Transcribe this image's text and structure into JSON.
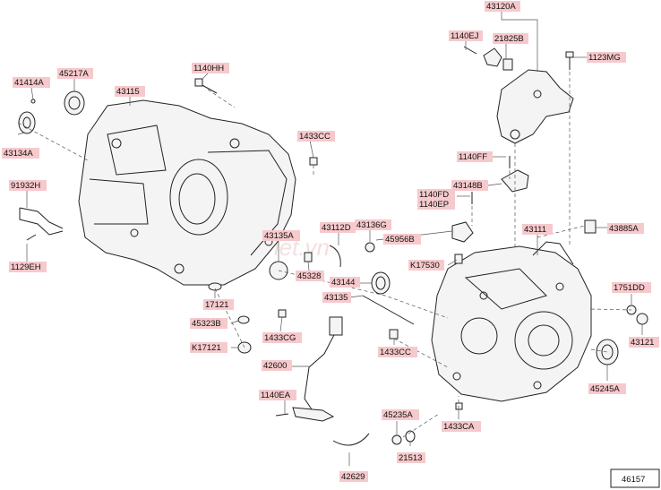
{
  "diagram": {
    "page_code": "46157",
    "watermark": "sedanviet.vn",
    "labels": {
      "p43120A": "43120A",
      "p1140EJ": "1140EJ",
      "p21825B": "21825B",
      "p1123MG": "1123MG",
      "p41414A": "41414A",
      "p45217A": "45217A",
      "p43115": "43115",
      "p1140HH": "1140HH",
      "p43134A": "43134A",
      "p1433CC_a": "1433CC",
      "p1140FF": "1140FF",
      "p43148B": "43148B",
      "p1140FD": "1140FD",
      "p1140EP": "1140EP",
      "p91932H": "91932H",
      "p43112D": "43112D",
      "p43136G": "43136G",
      "p45956B": "45956B",
      "p43111": "43111",
      "p43885A": "43885A",
      "p1129EH": "1129EH",
      "p43135A": "43135A",
      "pK17530": "K17530",
      "p45328": "45328",
      "p43144": "43144",
      "p1751DD": "1751DD",
      "p17121": "17121",
      "p43135": "43135",
      "p45323B": "45323B",
      "p1433CG": "1433CG",
      "pK17121": "K17121",
      "p1433CC_b": "1433CC",
      "p43121": "43121",
      "p42600": "42600",
      "p45245A": "45245A",
      "p1140EA": "1140EA",
      "p45235A": "45235A",
      "p1433CA": "1433CA",
      "p21513": "21513",
      "p42629": "42629"
    }
  }
}
